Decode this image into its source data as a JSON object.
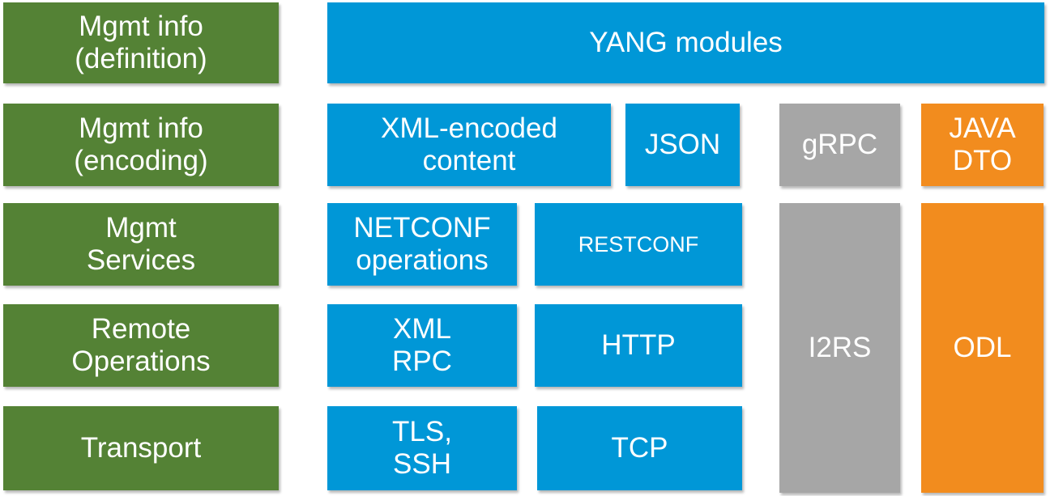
{
  "layers": {
    "definition": "Mgmt info\n(definition)",
    "encoding": "Mgmt info\n(encoding)",
    "services": "Mgmt\nServices",
    "remote_operations": "Remote\nOperations",
    "transport": "Transport"
  },
  "blocks": {
    "yang_modules": "YANG modules",
    "xml_encoded_content": "XML-encoded\ncontent",
    "json": "JSON",
    "grpc": "gRPC",
    "java_dto": "JAVA\nDTO",
    "netconf_operations": "NETCONF\noperations",
    "restconf": "RESTCONF",
    "xml_rpc": "XML\nRPC",
    "http": "HTTP",
    "tls_ssh": "TLS,\nSSH",
    "tcp": "TCP",
    "i2rs": "I2RS",
    "odl": "ODL"
  },
  "colors": {
    "layer_green": "#548235",
    "protocol_blue": "#0097d7",
    "i2rs_grey": "#a6a6a6",
    "odl_orange": "#f28c1e"
  }
}
